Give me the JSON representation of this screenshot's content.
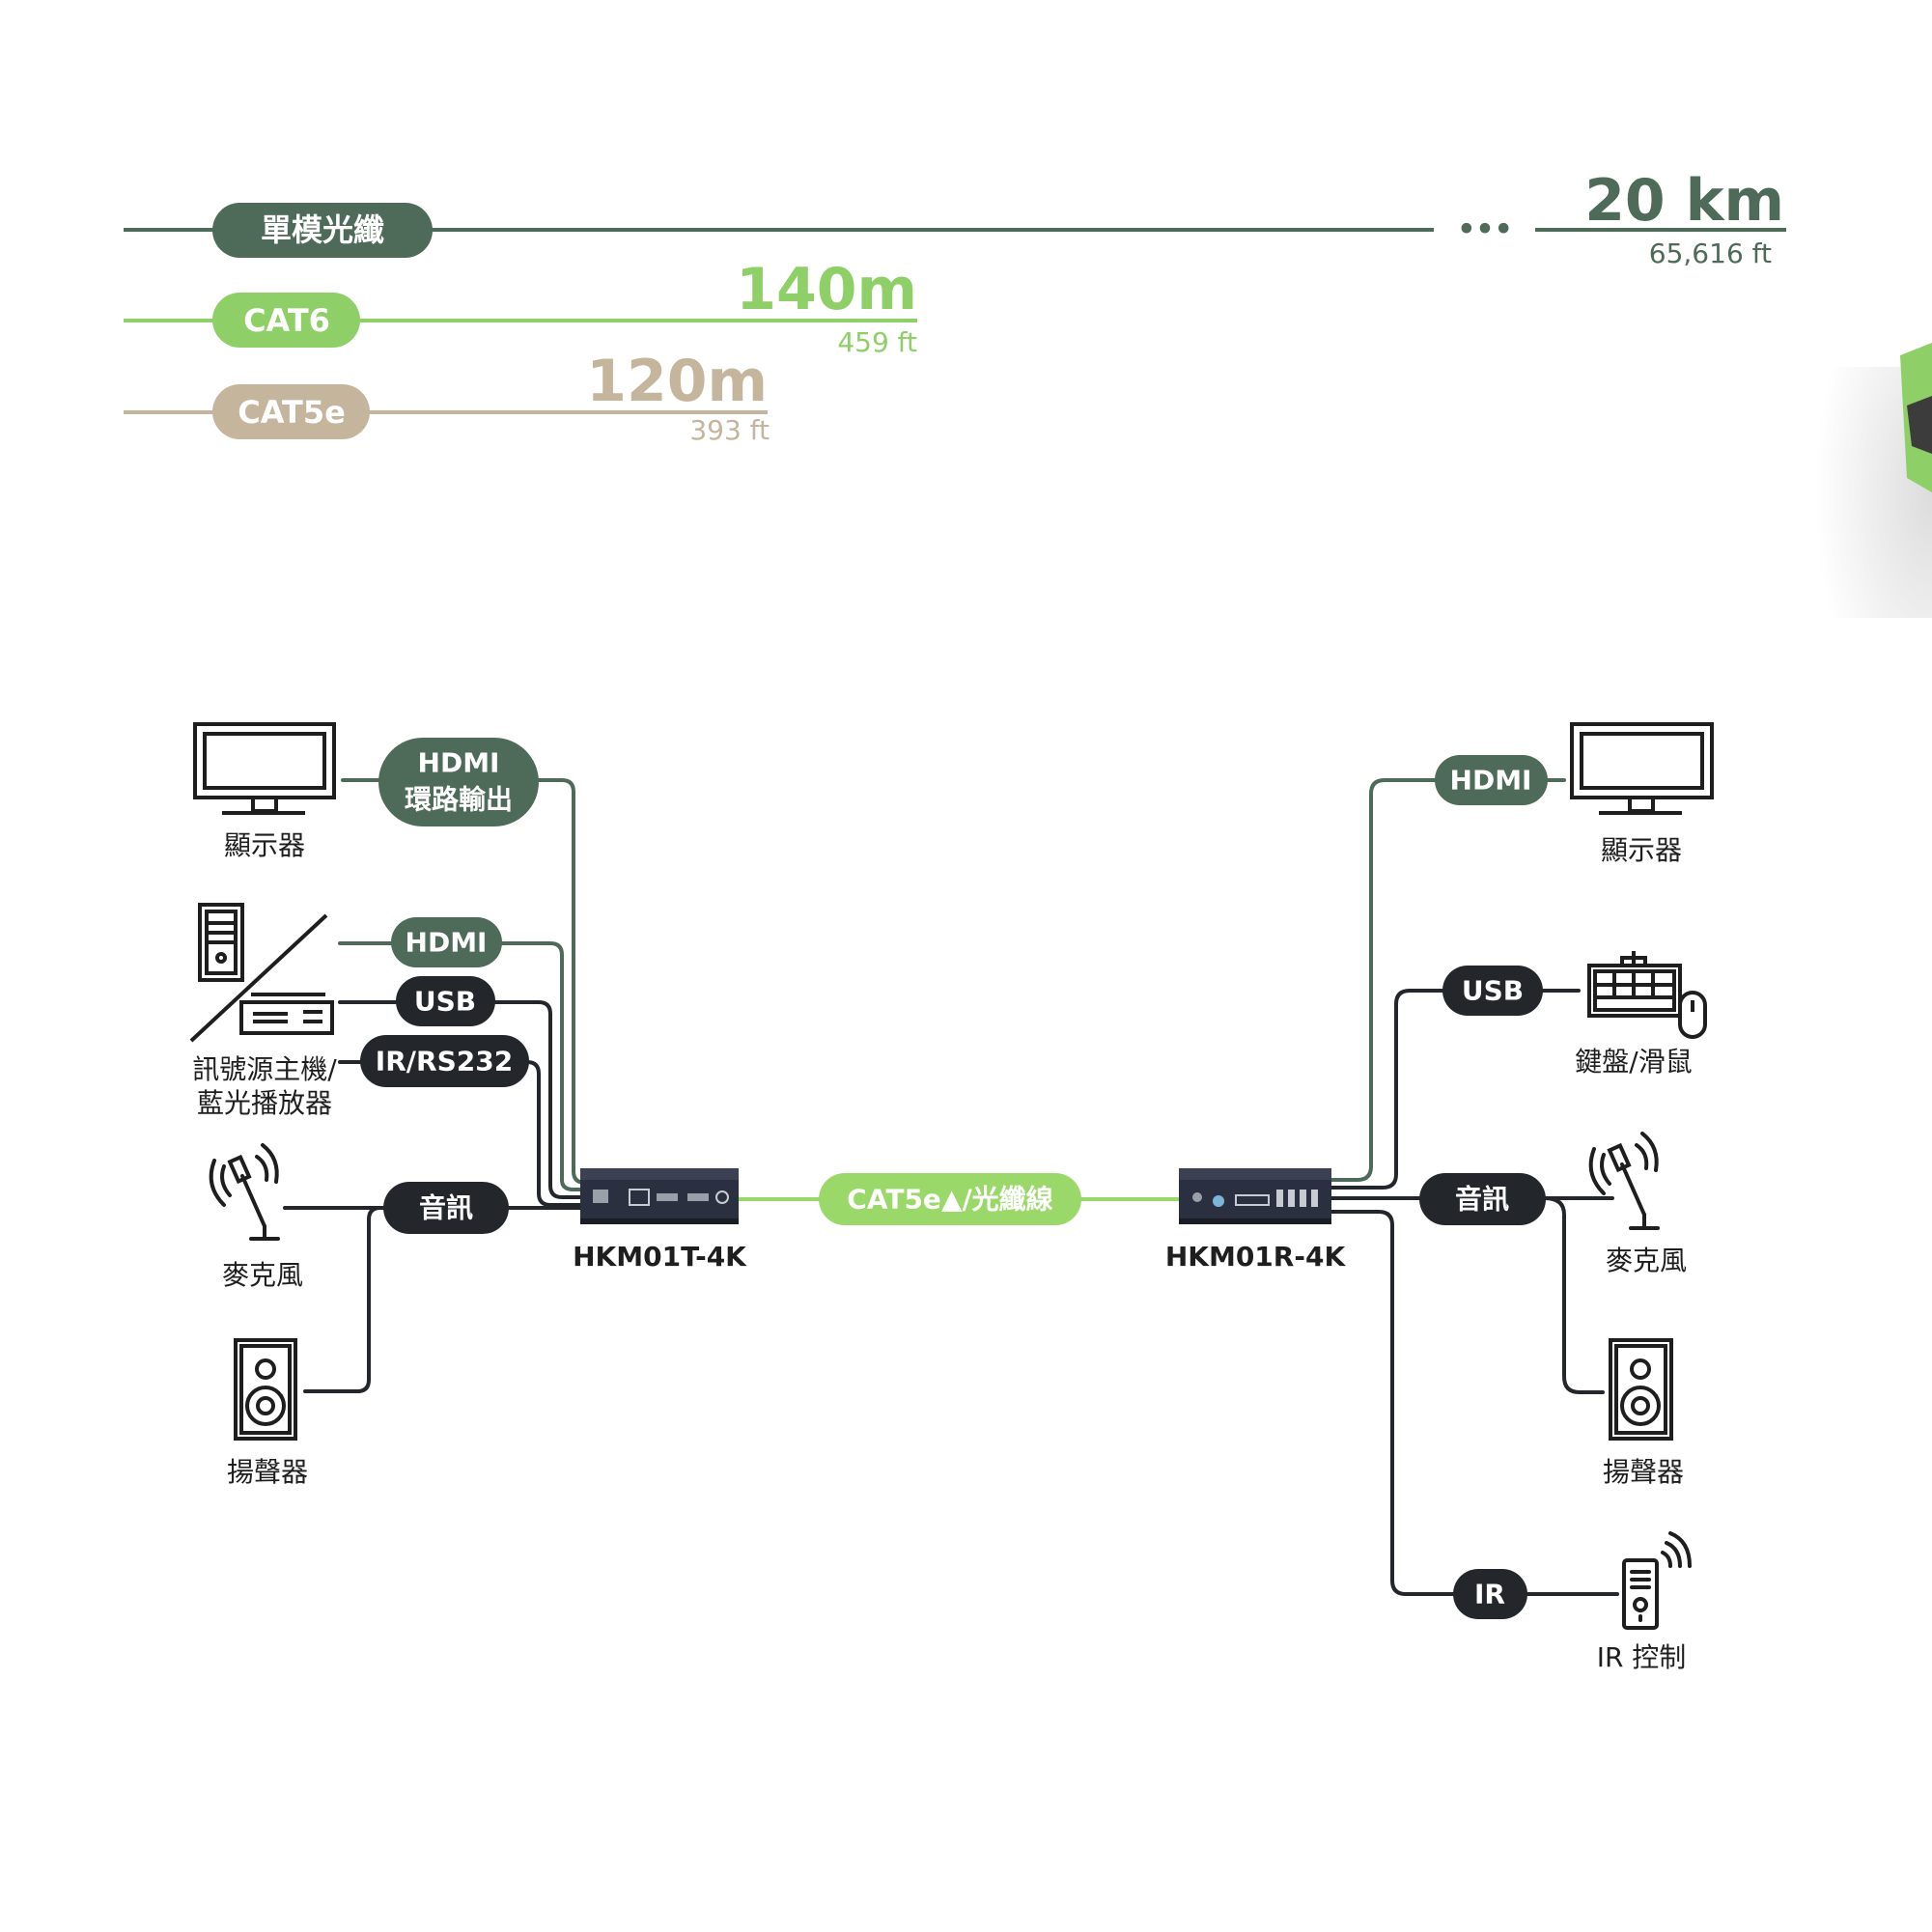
{
  "colors": {
    "fiber": "#4e6a59",
    "cat6": "#8fcf67",
    "cat5e": "#c5b59d",
    "dark": "#23262b",
    "link": "#9ad86a"
  },
  "distances": {
    "fiber": {
      "label": "單模光纖",
      "dots": "•••",
      "value": "20 km",
      "sub": "65,616 ft"
    },
    "cat6": {
      "label": "CAT6",
      "value": "140m",
      "sub": "459 ft"
    },
    "cat5e": {
      "label": "CAT5e",
      "value": "120m",
      "sub": "393 ft"
    }
  },
  "transmitter": {
    "model": "HKM01T-4K",
    "ports": {
      "hdmi_loop_line1": "HDMI",
      "hdmi_loop_line2": "環路輸出",
      "hdmi": "HDMI",
      "usb": "USB",
      "ir_rs232": "IR/RS232",
      "audio": "音訊"
    },
    "devices": {
      "monitor": "顯示器",
      "source_line1": "訊號源主機/",
      "source_line2": "藍光播放器",
      "microphone": "麥克風",
      "speaker": "揚聲器"
    }
  },
  "link": {
    "label": "CAT5e▲/光纖線"
  },
  "receiver": {
    "model": "HKM01R-4K",
    "ports": {
      "hdmi": "HDMI",
      "usb": "USB",
      "audio": "音訊",
      "ir": "IR"
    },
    "devices": {
      "monitor": "顯示器",
      "keyboard_mouse": "鍵盤/滑鼠",
      "microphone": "麥克風",
      "speaker": "揚聲器",
      "ir_control": "IR 控制"
    }
  }
}
